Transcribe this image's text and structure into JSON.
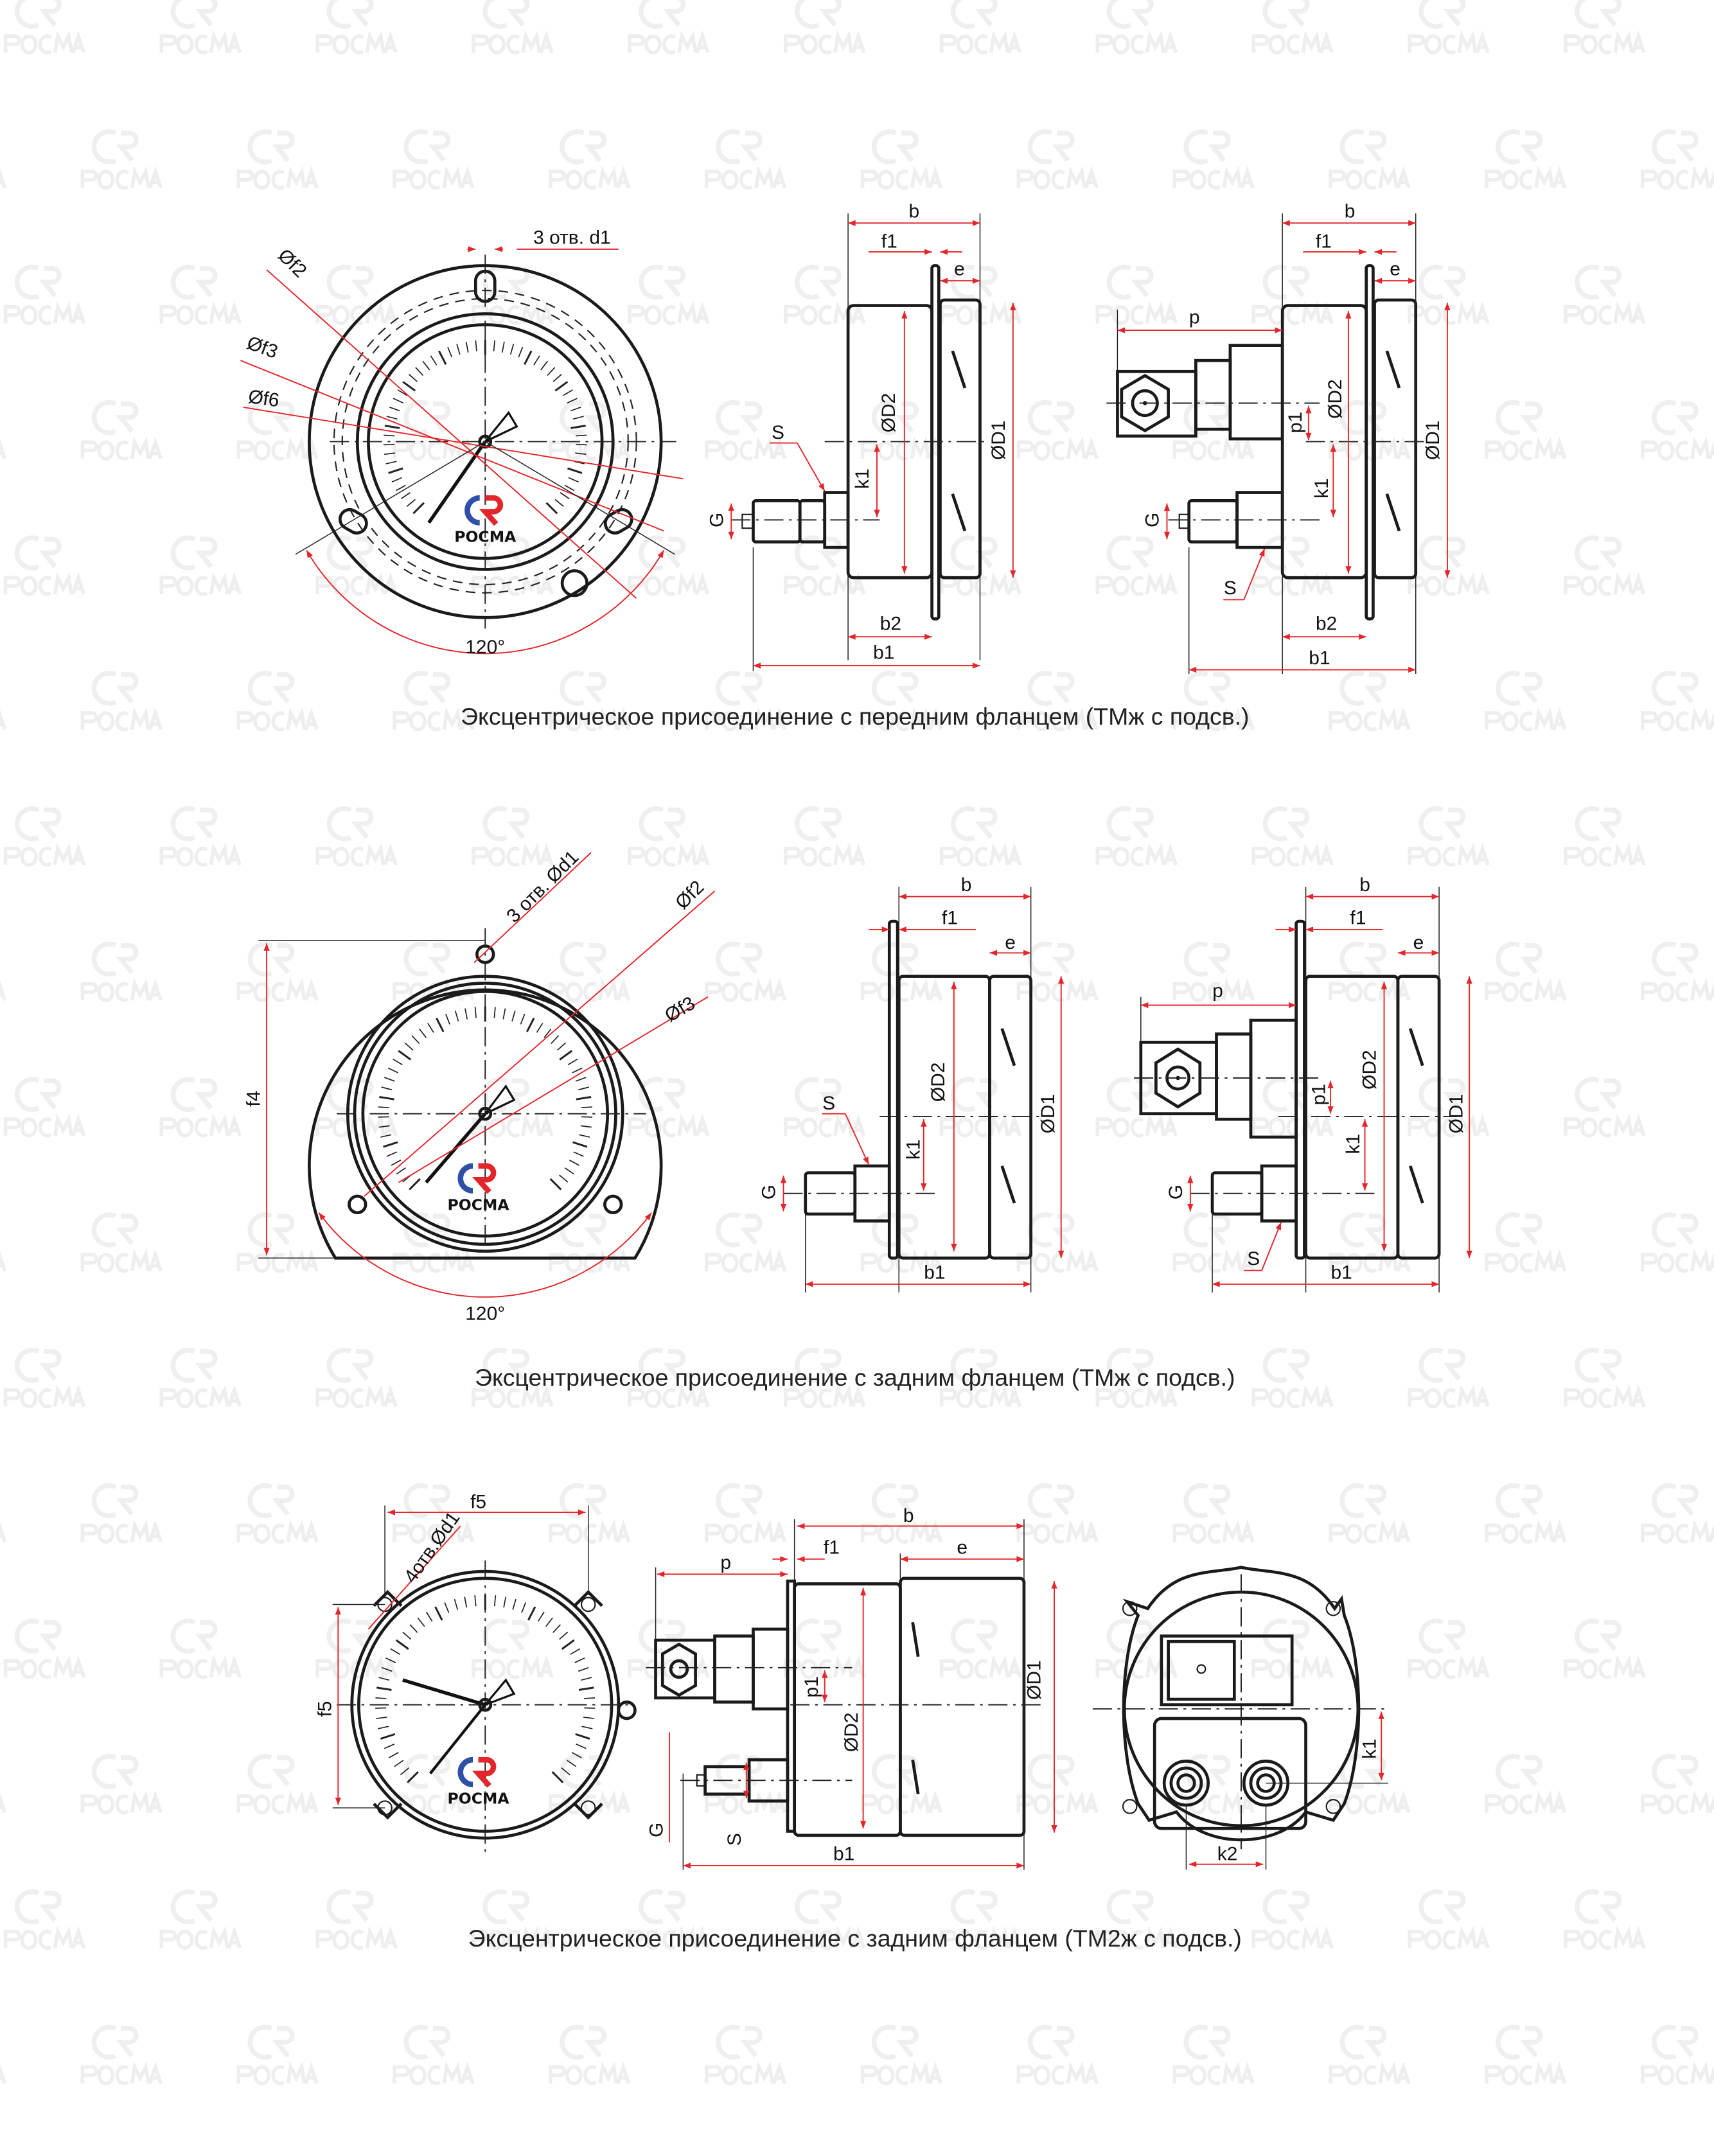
{
  "watermark": {
    "text": "РОСМА"
  },
  "dial_logo": {
    "text": "РОСМА",
    "colors": {
      "blue": "#2f4fa8",
      "red": "#e3262b"
    }
  },
  "colors": {
    "dimension": "#e3262b",
    "outline": "#1a1a1a"
  },
  "section1": {
    "caption": "Эксцентрическое присоединение с передним фланцем (ТМж с подсв.)",
    "front": {
      "holes": "3 отв. d1",
      "f2": "Øf2",
      "f3": "Øf3",
      "f6": "Øf6",
      "angle": "120°"
    },
    "side_a": {
      "b": "b",
      "f1": "f1",
      "e": "e",
      "D2": "ØD2",
      "D1": "ØD1",
      "k1": "k1",
      "S": "S",
      "G": "G",
      "b2": "b2",
      "b1": "b1"
    },
    "side_b": {
      "b": "b",
      "f1": "f1",
      "e": "e",
      "p": "p",
      "p1": "p1",
      "D2": "ØD2",
      "D1": "ØD1",
      "k1": "k1",
      "G": "G",
      "S": "S",
      "b2": "b2",
      "b1": "b1"
    }
  },
  "section2": {
    "caption": "Эксцентрическое присоединение с задним фланцем (ТМж с подсв.)",
    "front": {
      "holes": "3 отв. Ød1",
      "f2": "Øf2",
      "f3": "Øf3",
      "f4": "f4",
      "angle": "120°"
    },
    "side_a": {
      "b": "b",
      "f1": "f1",
      "e": "e",
      "D2": "ØD2",
      "D1": "ØD1",
      "k1": "k1",
      "S": "S",
      "G": "G",
      "b1": "b1"
    },
    "side_b": {
      "b": "b",
      "f1": "f1",
      "e": "e",
      "p": "p",
      "p1": "p1",
      "D2": "ØD2",
      "D1": "ØD1",
      "k1": "k1",
      "G": "G",
      "S": "S",
      "b1": "b1"
    }
  },
  "section3": {
    "caption": "Эксцентрическое присоединение с задним фланцем (ТМ2ж с подсв.)",
    "front": {
      "f5_h": "f5",
      "holes": "4отв.Ød1",
      "f5_v": "f5"
    },
    "side": {
      "b": "b",
      "p": "p",
      "f1": "f1",
      "e": "e",
      "p1": "p1",
      "D2": "ØD2",
      "D1": "ØD1",
      "G": "G",
      "S": "S",
      "b1": "b1"
    },
    "back": {
      "k1": "k1",
      "k2": "k2"
    }
  }
}
